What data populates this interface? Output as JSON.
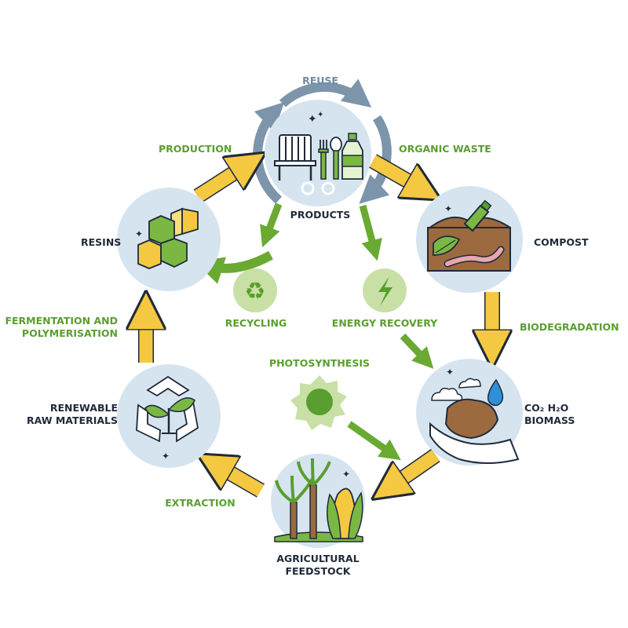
{
  "labels": {
    "reuse": "REUSE",
    "organic_waste": "ORGANIC WASTE",
    "production": "PRODUCTION",
    "products": "PRODUCTS",
    "compost": "COMPOST",
    "resins": "RESINS",
    "recycling": "RECYCLING",
    "energy_recovery": "ENERGY RECOVERY",
    "biodegradation": "BIODEGRADATION",
    "fermentation_line1": "FERMENTATION AND",
    "fermentation_line2": "POLYMERISATION",
    "photosynthesis": "PHOTOSYNTHESIS",
    "co2_h2o": "CO₂ H₂O",
    "biomass": "BIOMASS",
    "renewable_line1": "RENEWABLE",
    "renewable_line2": "RAW MATERIALS",
    "extraction": "EXTRACTION",
    "agricultural_line1": "AGRICULTURAL",
    "agricultural_line2": "FEEDSTOCK"
  },
  "colors": {
    "yellow_arrow": "#f5c842",
    "green_arrow": "#6aaa33",
    "blue_arrow": "#7d95ab",
    "circle_bg": "#d6e4ef",
    "dark_text": "#1f2a3a",
    "green_text": "#5a9e2f"
  }
}
